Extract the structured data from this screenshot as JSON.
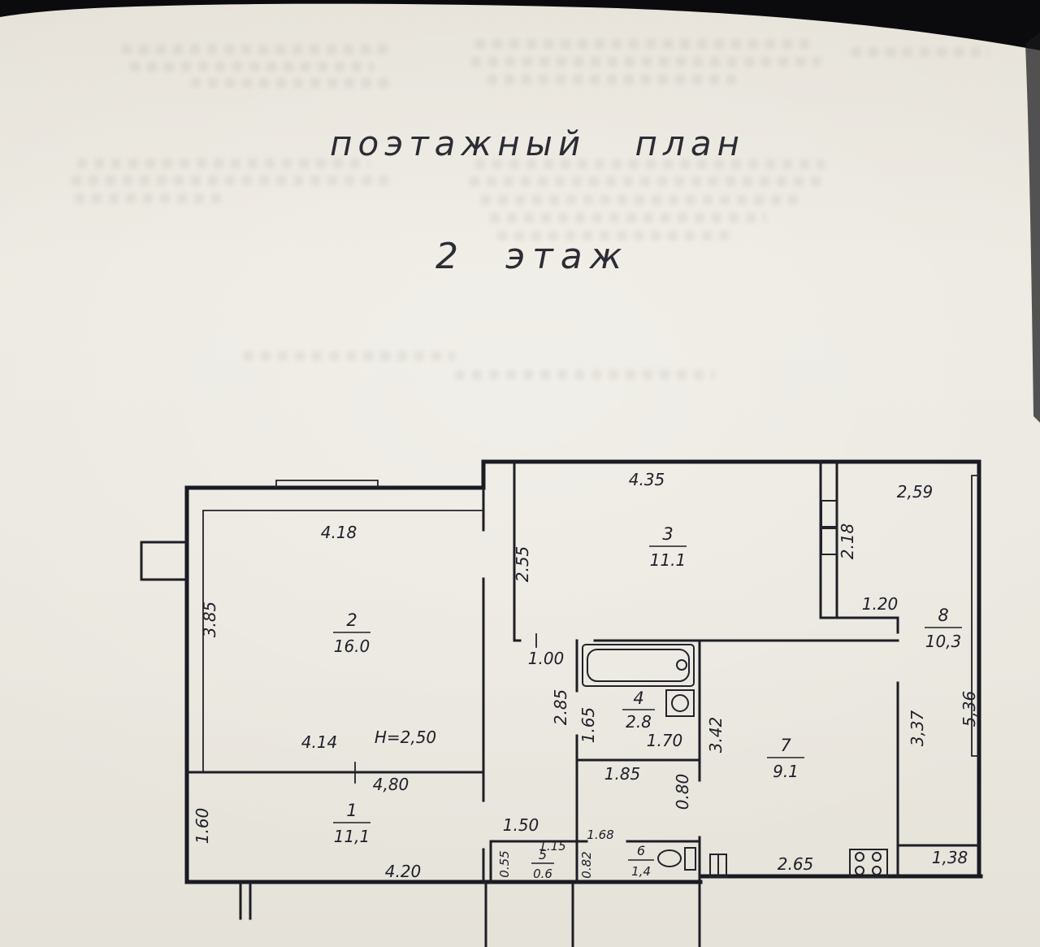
{
  "document": {
    "title": "поэтажный план",
    "subtitle": "2 этаж",
    "height_note": "H=2,50"
  },
  "colors": {
    "paper": "#eae7df",
    "ink": "#20202a",
    "scan_edge": "#0b0b0d"
  },
  "rooms": {
    "r1": {
      "number": "1",
      "area": "11,1"
    },
    "r2": {
      "number": "2",
      "area": "16.0"
    },
    "r3": {
      "number": "3",
      "area": "11.1"
    },
    "r4": {
      "number": "4",
      "area": "2.8"
    },
    "r5": {
      "number": "5",
      "area": "0.6"
    },
    "r6": {
      "number": "6",
      "area": "1,4"
    },
    "r7": {
      "number": "7",
      "area": "9.1"
    },
    "r8": {
      "number": "8",
      "area": "10,3"
    }
  },
  "dimensions": {
    "room2_top": "4.18",
    "room2_left": "3.85",
    "room2_bottom": "4.14",
    "room1_top": "4,80",
    "room1_left": "1.60",
    "room1_bottom": "4.20",
    "room3_top": "4.35",
    "room3_left": "2.55",
    "hall_opening": "1.00",
    "hall_height": "2.85",
    "bath_left": "1.65",
    "bath_width": "1.70",
    "bath_bottom": "1.85",
    "hall_door": "0.80",
    "room7_left": "3.42",
    "room7_bottom": "2.65",
    "room8_top": "2,59",
    "room8_shaft": "2.18",
    "room8_niche": "1.20",
    "room8_inner": "3,37",
    "room8_outer": "5,36",
    "room8_bottom": "1,38",
    "room5_top": "1.50",
    "room5_width": "1.15",
    "room5_left": "0.55",
    "room6_top": "1.68",
    "room6_left": "0.82"
  }
}
